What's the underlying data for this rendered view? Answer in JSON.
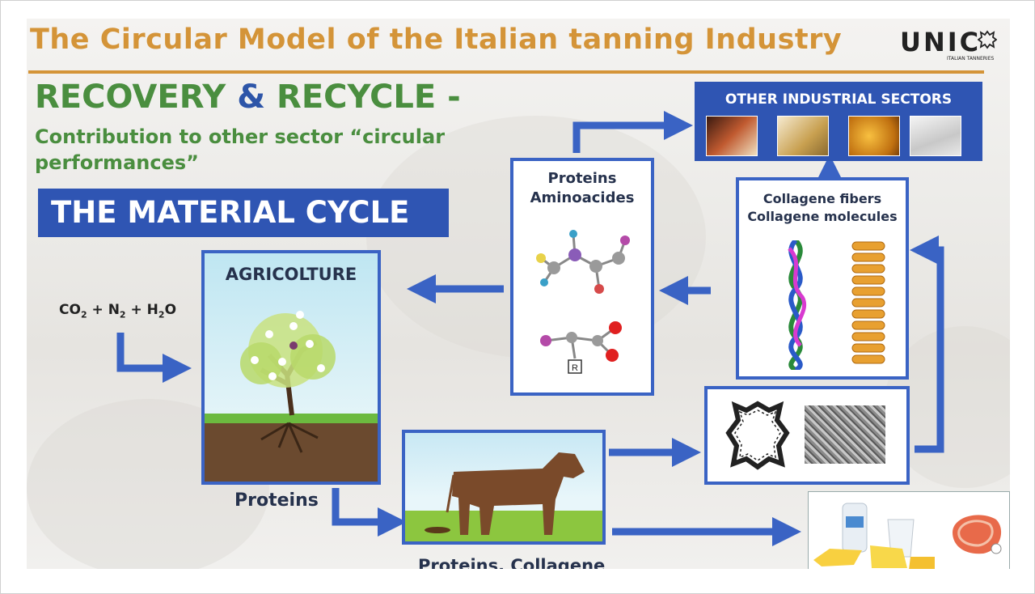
{
  "header": {
    "title": "The Circular Model of the Italian tanning Industry",
    "logo_text": "UNIC",
    "logo_sub": "ITALIAN TANNERIES"
  },
  "section": {
    "recovery": "RECOVERY",
    "amp": "&",
    "recycle": "RECYCLE -",
    "contribution": "Contribution to other sector “circular performances”"
  },
  "material_cycle": "THE MATERIAL CYCLE",
  "inputs": {
    "co2": "CO",
    "co2_sub": "2",
    "n2": "N",
    "n2_sub": "2",
    "h2o_h": "H",
    "h2o_sub": "2",
    "h2o_o": "O",
    "plus": "+"
  },
  "agriculture": {
    "label": "AGRICOLTURE"
  },
  "proteins_label": "Proteins",
  "proteins_collagene_label": "Proteins, Collagene",
  "amino": {
    "line1": "Proteins",
    "line2": "Aminoacides",
    "r_label": "R"
  },
  "collagene": {
    "line1": "Collagene fibers",
    "line2": "Collagene molecules"
  },
  "other_sectors": {
    "label": "OTHER INDUSTRIAL SECTORS"
  },
  "colors": {
    "title": "#d49438",
    "green": "#4a8e3f",
    "blue_box": "#2f55b3",
    "arrow": "#3a63c4"
  },
  "icons": [
    "wine-glass-icon",
    "cosmetics-icon",
    "gelatin-icon",
    "paper-stack-icon",
    "leather-hide-icon",
    "leather-shavings-icon",
    "dairy-icon",
    "meat-icon",
    "cow-icon",
    "tree-icon"
  ]
}
